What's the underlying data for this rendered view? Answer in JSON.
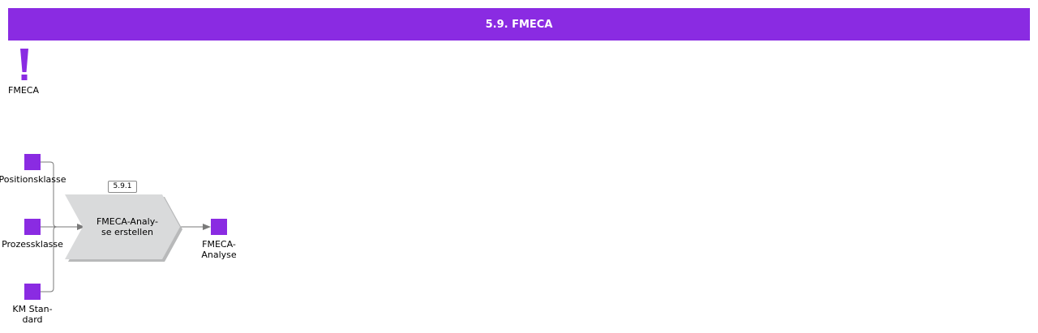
{
  "header": {
    "title": "5.9. FMECA"
  },
  "legend": {
    "icon": "exclamation-icon",
    "label": "FMECA"
  },
  "inputs": [
    {
      "label": "Positionsklasse"
    },
    {
      "label": "Prozessklasse"
    },
    {
      "label_line1": "KM Stan-",
      "label_line2": "dard"
    }
  ],
  "process": {
    "number": "5.9.1",
    "label_line1": "FMECA-Analy-",
    "label_line2": "se erstellen"
  },
  "output": {
    "label_line1": "FMECA-",
    "label_line2": "Analyse"
  },
  "colors": {
    "accent": "#8a2be2",
    "process_fill": "#d9dadb",
    "connector": "#7a7a7a"
  }
}
